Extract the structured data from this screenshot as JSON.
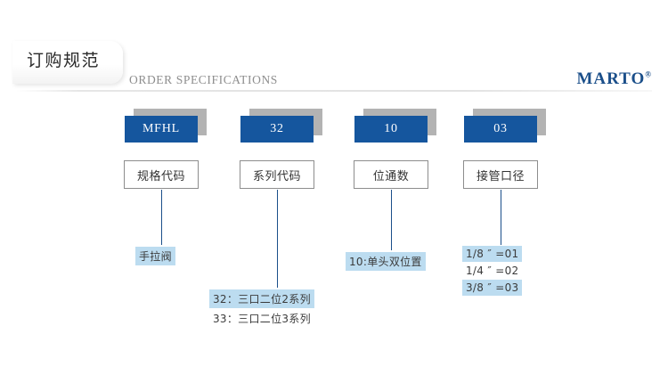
{
  "header": {
    "title_cn": "订购规范",
    "title_en": "ORDER SPECIFICATIONS",
    "brand": "MARTO",
    "brand_mark": "®",
    "accent_blue": "#15569e",
    "brand_blue": "#1b4f8a",
    "highlight_blue": "#bcdcf0"
  },
  "columns": [
    {
      "code": "MFHL",
      "label": "规格代码",
      "annotations": [
        {
          "text": "手拉阀",
          "highlighted": true
        }
      ]
    },
    {
      "code": "32",
      "label": "系列代码",
      "annotations": [
        {
          "text": "32：三口二位2系列",
          "highlighted": true
        },
        {
          "text": "33：三口二位3系列",
          "highlighted": false
        }
      ]
    },
    {
      "code": "10",
      "label": "位通数",
      "annotations": [
        {
          "text": "10:单头双位置",
          "highlighted": true
        }
      ]
    },
    {
      "code": "03",
      "label": "接管口径",
      "annotations": [
        {
          "text": "1/8 ″ =01",
          "highlighted": true
        },
        {
          "text": "1/4 ″ =02",
          "highlighted": false
        },
        {
          "text": "3/8 ″ =03",
          "highlighted": true
        }
      ]
    }
  ]
}
